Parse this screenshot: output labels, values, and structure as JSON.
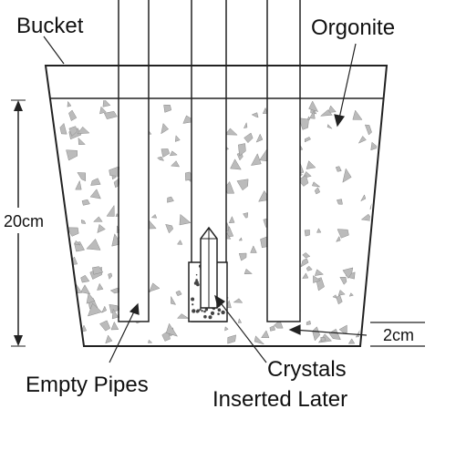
{
  "labels": {
    "bucket": "Bucket",
    "orgonite": "Orgonite",
    "height": "20cm",
    "gap": "2cm",
    "pipes": "Empty Pipes",
    "crystals_line1": "Crystals",
    "crystals_line2": "Inserted Later"
  },
  "colors": {
    "ink": "#222222",
    "shard": "#bbbbbb",
    "background": "#ffffff"
  }
}
